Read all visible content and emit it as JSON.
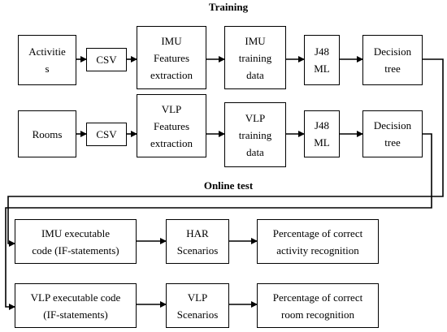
{
  "headings": {
    "training": "Training",
    "online_test": "Online test"
  },
  "training": {
    "imu_row": {
      "source": "Activitie\ns",
      "csv": "CSV",
      "features": "IMU\nFeatures\nextraction",
      "training_data": "IMU\ntraining\ndata",
      "ml": "J48\nML",
      "tree": "Decision\ntree"
    },
    "vlp_row": {
      "source": "Rooms",
      "csv": "CSV",
      "features": "VLP\nFeatures\nextraction",
      "training_data": "VLP\ntraining\ndata",
      "ml": "J48\nML",
      "tree": "Decision\ntree"
    }
  },
  "online": {
    "imu_row": {
      "code": "IMU executable\ncode (IF-statements)",
      "scenarios": "HAR\nScenarios",
      "result": "Percentage of correct\nactivity recognition"
    },
    "vlp_row": {
      "code": "VLP executable code\n(IF-statements)",
      "scenarios": "VLP\nScenarios",
      "result": "Percentage of correct\nroom recognition"
    }
  },
  "colors": {
    "stroke": "#000000",
    "background": "#ffffff"
  }
}
